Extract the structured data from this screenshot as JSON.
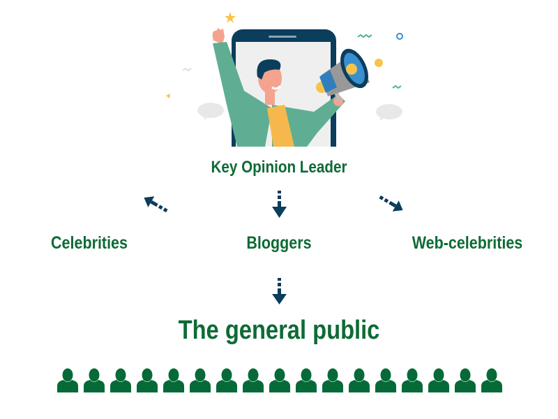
{
  "title": "Key Opinion Leader",
  "channels": [
    {
      "label": "Celebrities"
    },
    {
      "label": "Bloggers"
    },
    {
      "label": "Web-celebrities"
    }
  ],
  "audience": {
    "label": "The general public",
    "person_icon_count": 17
  },
  "colors": {
    "text_green": "#0e6a35",
    "icon_green": "#066a38",
    "arrow_navy": "#0b3d5c"
  }
}
